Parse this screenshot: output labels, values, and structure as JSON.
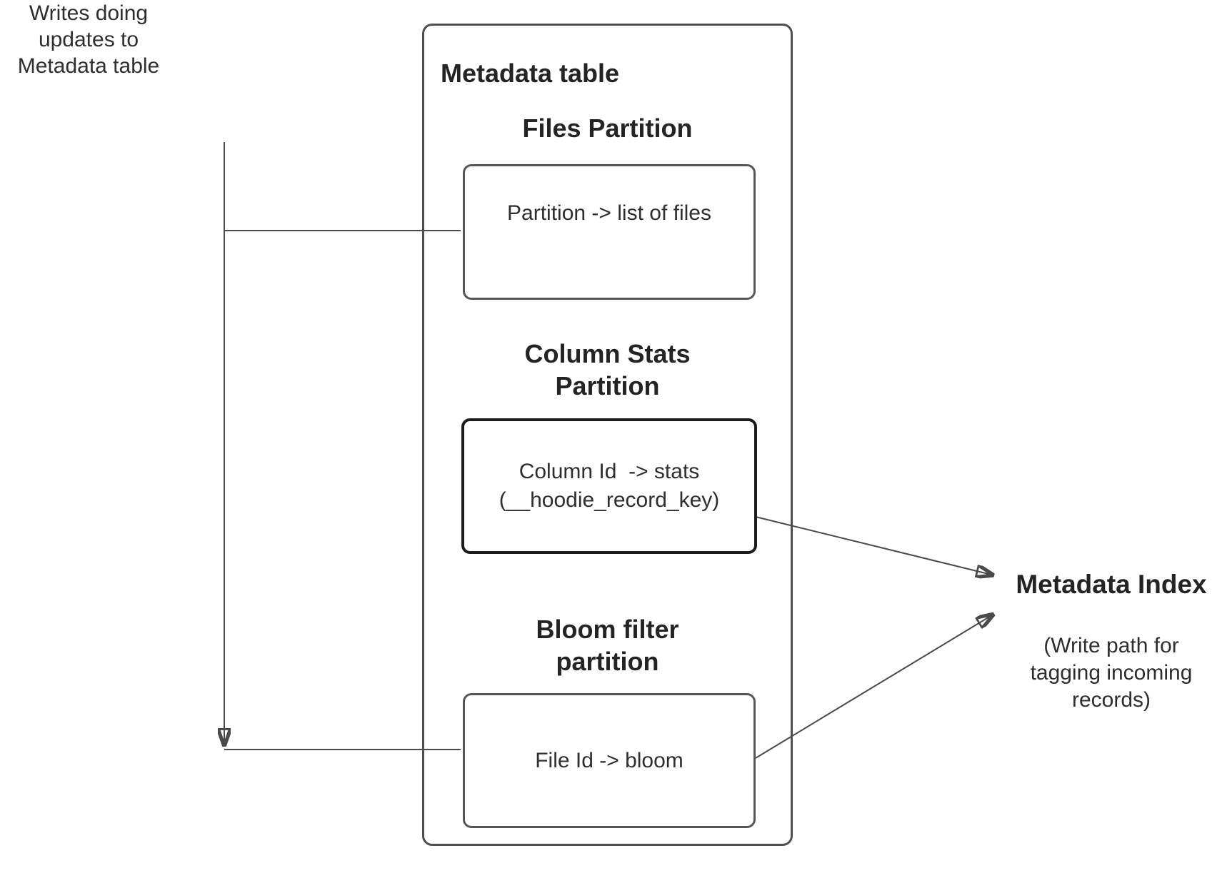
{
  "left_note": {
    "text": "Writes doing\nupdates to\nMetadata table"
  },
  "table": {
    "title": "Metadata table",
    "sections": [
      {
        "heading": "Files Partition",
        "body": "Partition -> list of files"
      },
      {
        "heading": "Column Stats\nPartition",
        "body": "Column Id  -> stats\n(__hoodie_record_key)"
      },
      {
        "heading": "Bloom filter\npartition",
        "body": "File Id -> bloom"
      }
    ]
  },
  "index": {
    "title": "Metadata Index",
    "subtitle": "(Write path for\ntagging incoming\nrecords)"
  }
}
